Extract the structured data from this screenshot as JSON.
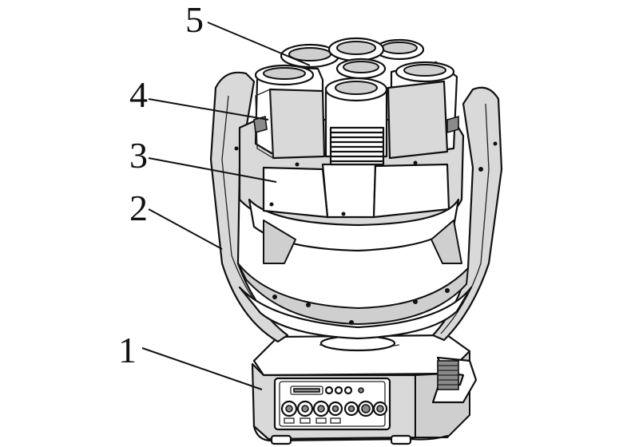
{
  "figure": {
    "callouts": [
      {
        "id": "c1",
        "label": "1"
      },
      {
        "id": "c2",
        "label": "2"
      },
      {
        "id": "c3",
        "label": "3"
      },
      {
        "id": "c4",
        "label": "4"
      },
      {
        "id": "c5",
        "label": "5"
      }
    ]
  }
}
